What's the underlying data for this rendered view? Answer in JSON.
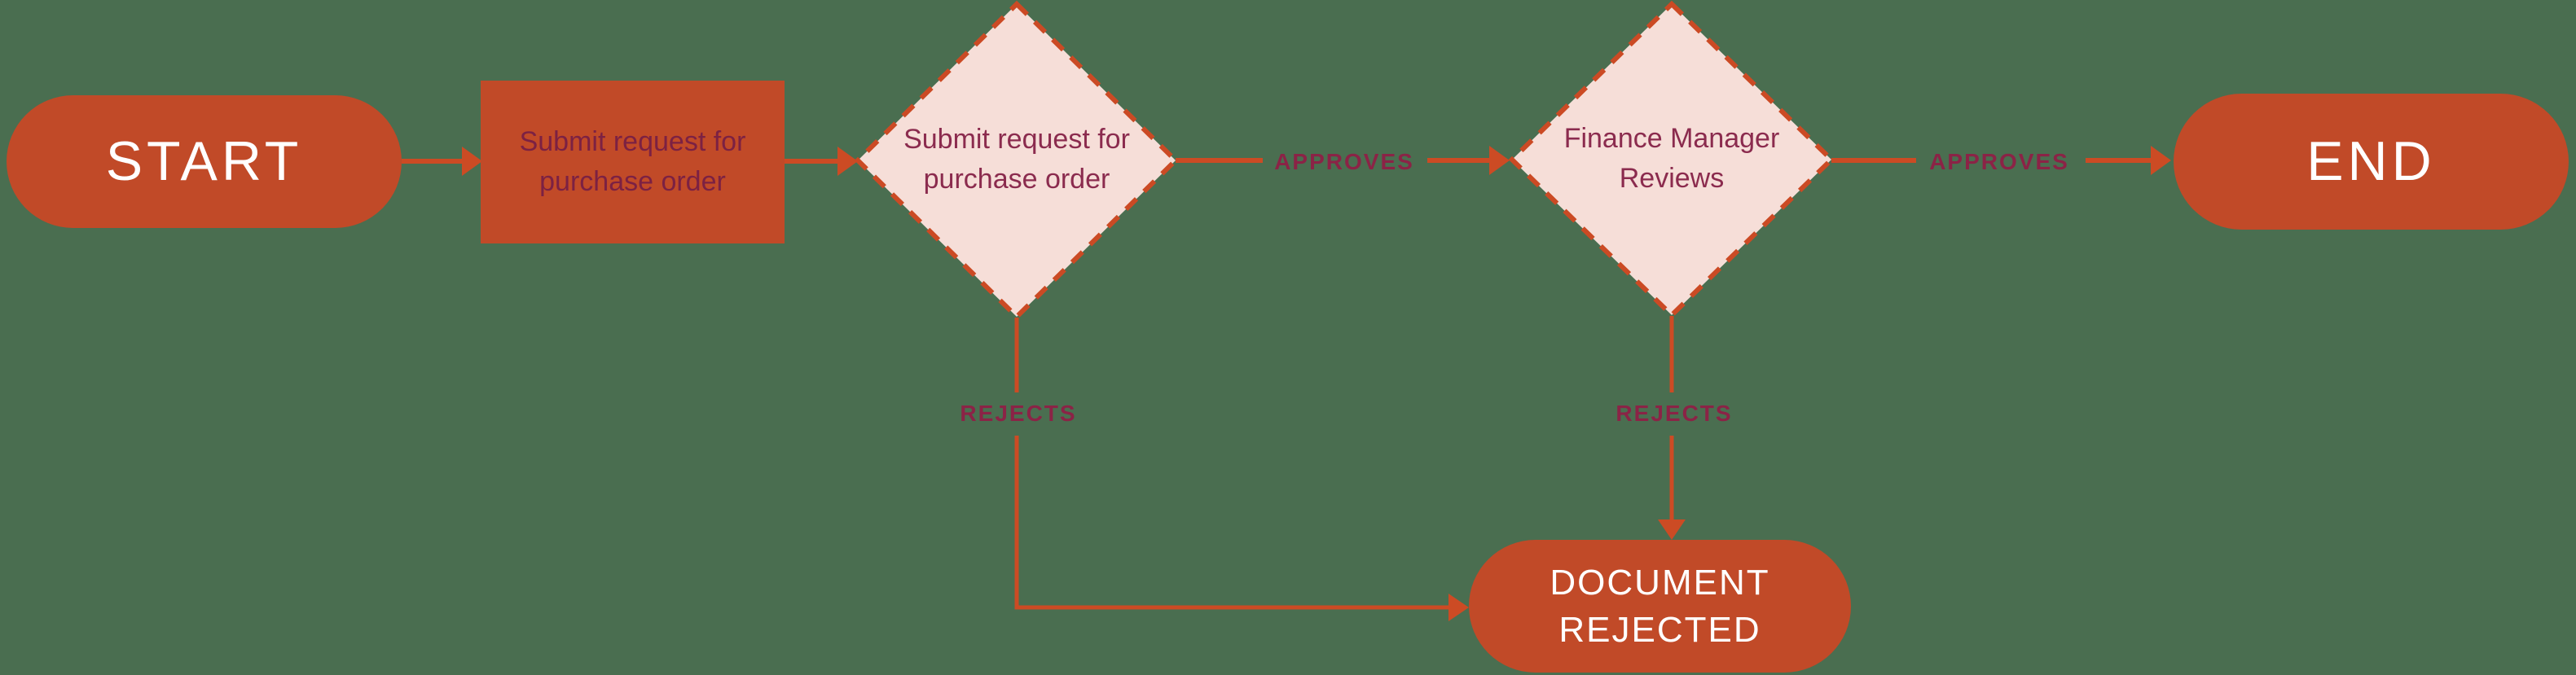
{
  "diagram": {
    "type": "flowchart",
    "colors": {
      "background": "#4a6e50",
      "shape_fill": "#c14a28",
      "connector": "#cc4b24",
      "decision_fill": "#f6ded8",
      "decision_border": "#cb4a24",
      "label_maroon": "#8b2346",
      "process_text": "#7c2143",
      "node_text_white": "#ffffff"
    },
    "nodes": {
      "start": {
        "label": "START"
      },
      "submit_process": {
        "line1": "Submit request for",
        "line2": "purchase order"
      },
      "submit_decision": {
        "line1": "Submit request for",
        "line2": "purchase order"
      },
      "finance_decision": {
        "line1": "Finance Manager",
        "line2": "Reviews"
      },
      "end": {
        "label": "END"
      },
      "document_rejected": {
        "line1": "DOCUMENT",
        "line2": "REJECTED"
      }
    },
    "edge_labels": {
      "approves_1": "APPROVES",
      "approves_2": "APPROVES",
      "rejects_1": "REJECTS",
      "rejects_2": "REJECTS"
    }
  }
}
